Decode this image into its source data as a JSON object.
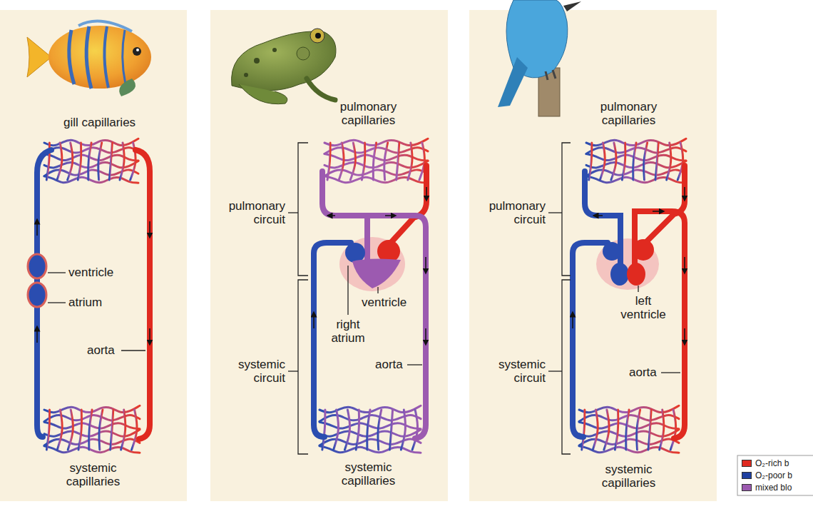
{
  "diagram": {
    "labels": [
      "gill capillaries",
      "ventricle",
      "atrium",
      "aorta",
      "systemic capillaries",
      "pulmonary capillaries",
      "pulmonary circuit",
      "right atrium",
      "ventricle",
      "aorta",
      "systemic circuit",
      "systemic capillaries",
      "pulmonary capillaries",
      "pulmonary circuit",
      "left ventricle",
      "aorta",
      "systemic circuit",
      "systemic capillaries"
    ],
    "legend": [
      {
        "text": "O₂-rich b",
        "color": "#e02a20"
      },
      {
        "text": "O₂-poor b",
        "color": "#1f3fa0"
      },
      {
        "text": "mixed blo",
        "color": "#9c5ab0"
      }
    ]
  }
}
